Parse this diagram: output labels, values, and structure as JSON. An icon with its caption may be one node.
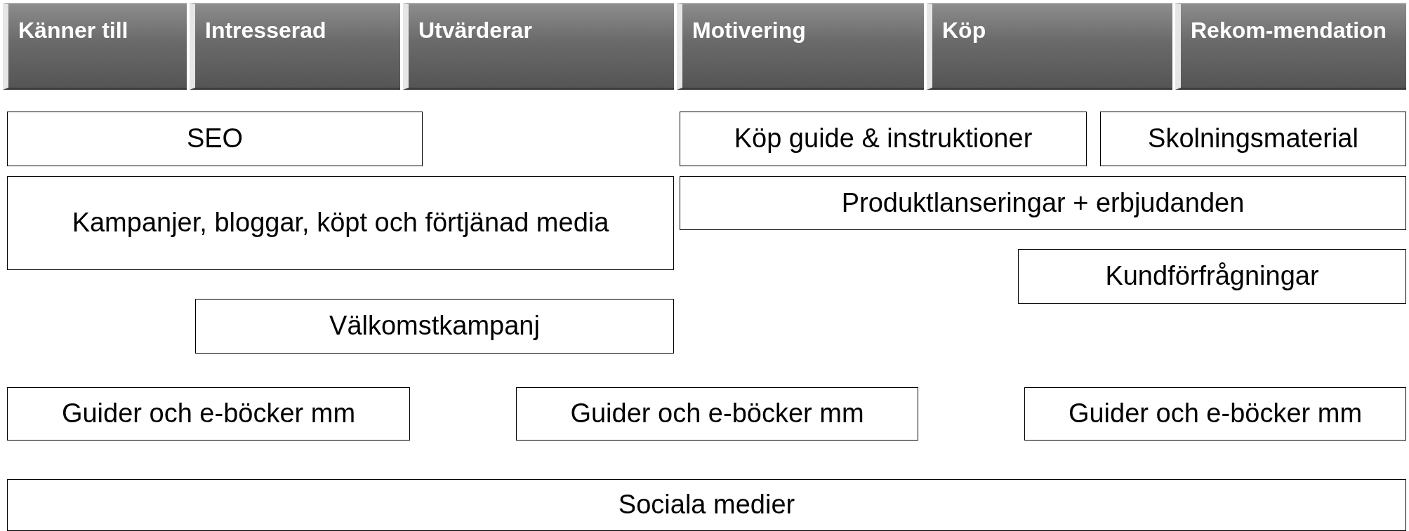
{
  "diagram": {
    "nodes": [
      {
        "text": [
          "Känner till"
        ]
      },
      {
        "text": [
          "Intresserad"
        ]
      },
      {
        "text": [
          "Utvärderar"
        ]
      },
      {
        "text": [
          "Motivering"
        ]
      },
      {
        "text": [
          "Köp"
        ]
      },
      {
        "text": [
          "Rekom-mendation"
        ]
      },
      {
        "text": [
          "SEO"
        ]
      },
      {
        "text": [
          "Köp guide & instruktioner"
        ]
      },
      {
        "text": [
          "Skolningsmaterial"
        ]
      },
      {
        "text": [
          "Kampanjer, bloggar, köpt och förtjänad media"
        ]
      },
      {
        "text": [
          "Produktlanseringar + erbjudanden"
        ]
      },
      {
        "text": [
          "Kundförfrågningar"
        ]
      },
      {
        "text": [
          "Välkomstkampanj"
        ]
      },
      {
        "text": [
          "Guider och e-böcker mm"
        ]
      },
      {
        "text": [
          "Guider och e-böcker mm"
        ]
      },
      {
        "text": [
          "Guider och e-böcker mm"
        ]
      },
      {
        "text": [
          "Sociala medier"
        ]
      }
    ]
  }
}
